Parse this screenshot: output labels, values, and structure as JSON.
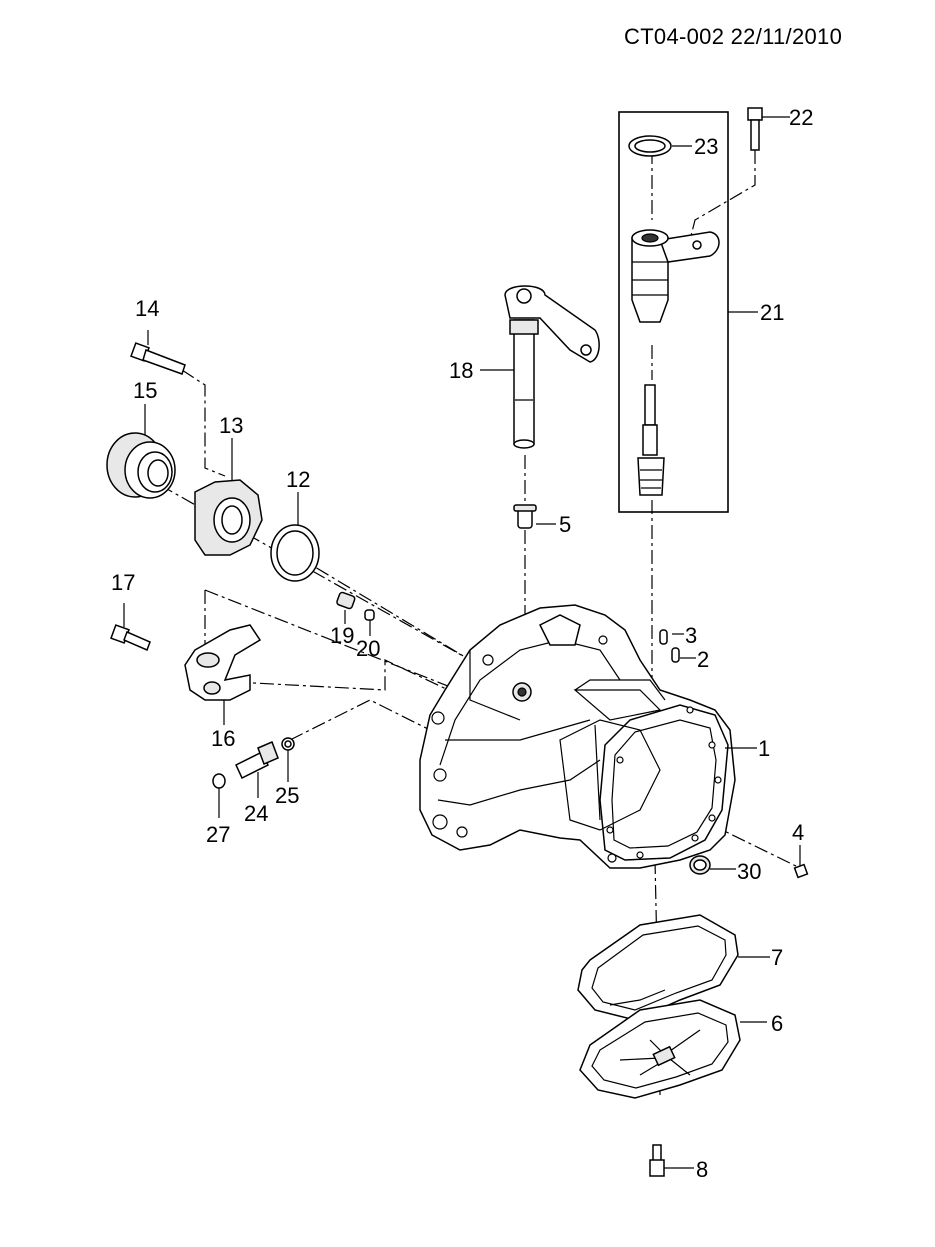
{
  "header": {
    "code": "CT04-002  22/11/2010"
  },
  "callouts": [
    {
      "num": "1"
    },
    {
      "num": "2"
    },
    {
      "num": "3"
    },
    {
      "num": "4"
    },
    {
      "num": "5"
    },
    {
      "num": "6"
    },
    {
      "num": "7"
    },
    {
      "num": "8"
    },
    {
      "num": "12"
    },
    {
      "num": "13"
    },
    {
      "num": "14"
    },
    {
      "num": "15"
    },
    {
      "num": "16"
    },
    {
      "num": "17"
    },
    {
      "num": "18"
    },
    {
      "num": "19"
    },
    {
      "num": "20"
    },
    {
      "num": "21"
    },
    {
      "num": "22"
    },
    {
      "num": "23"
    },
    {
      "num": "24"
    },
    {
      "num": "25"
    },
    {
      "num": "27"
    },
    {
      "num": "30"
    }
  ]
}
